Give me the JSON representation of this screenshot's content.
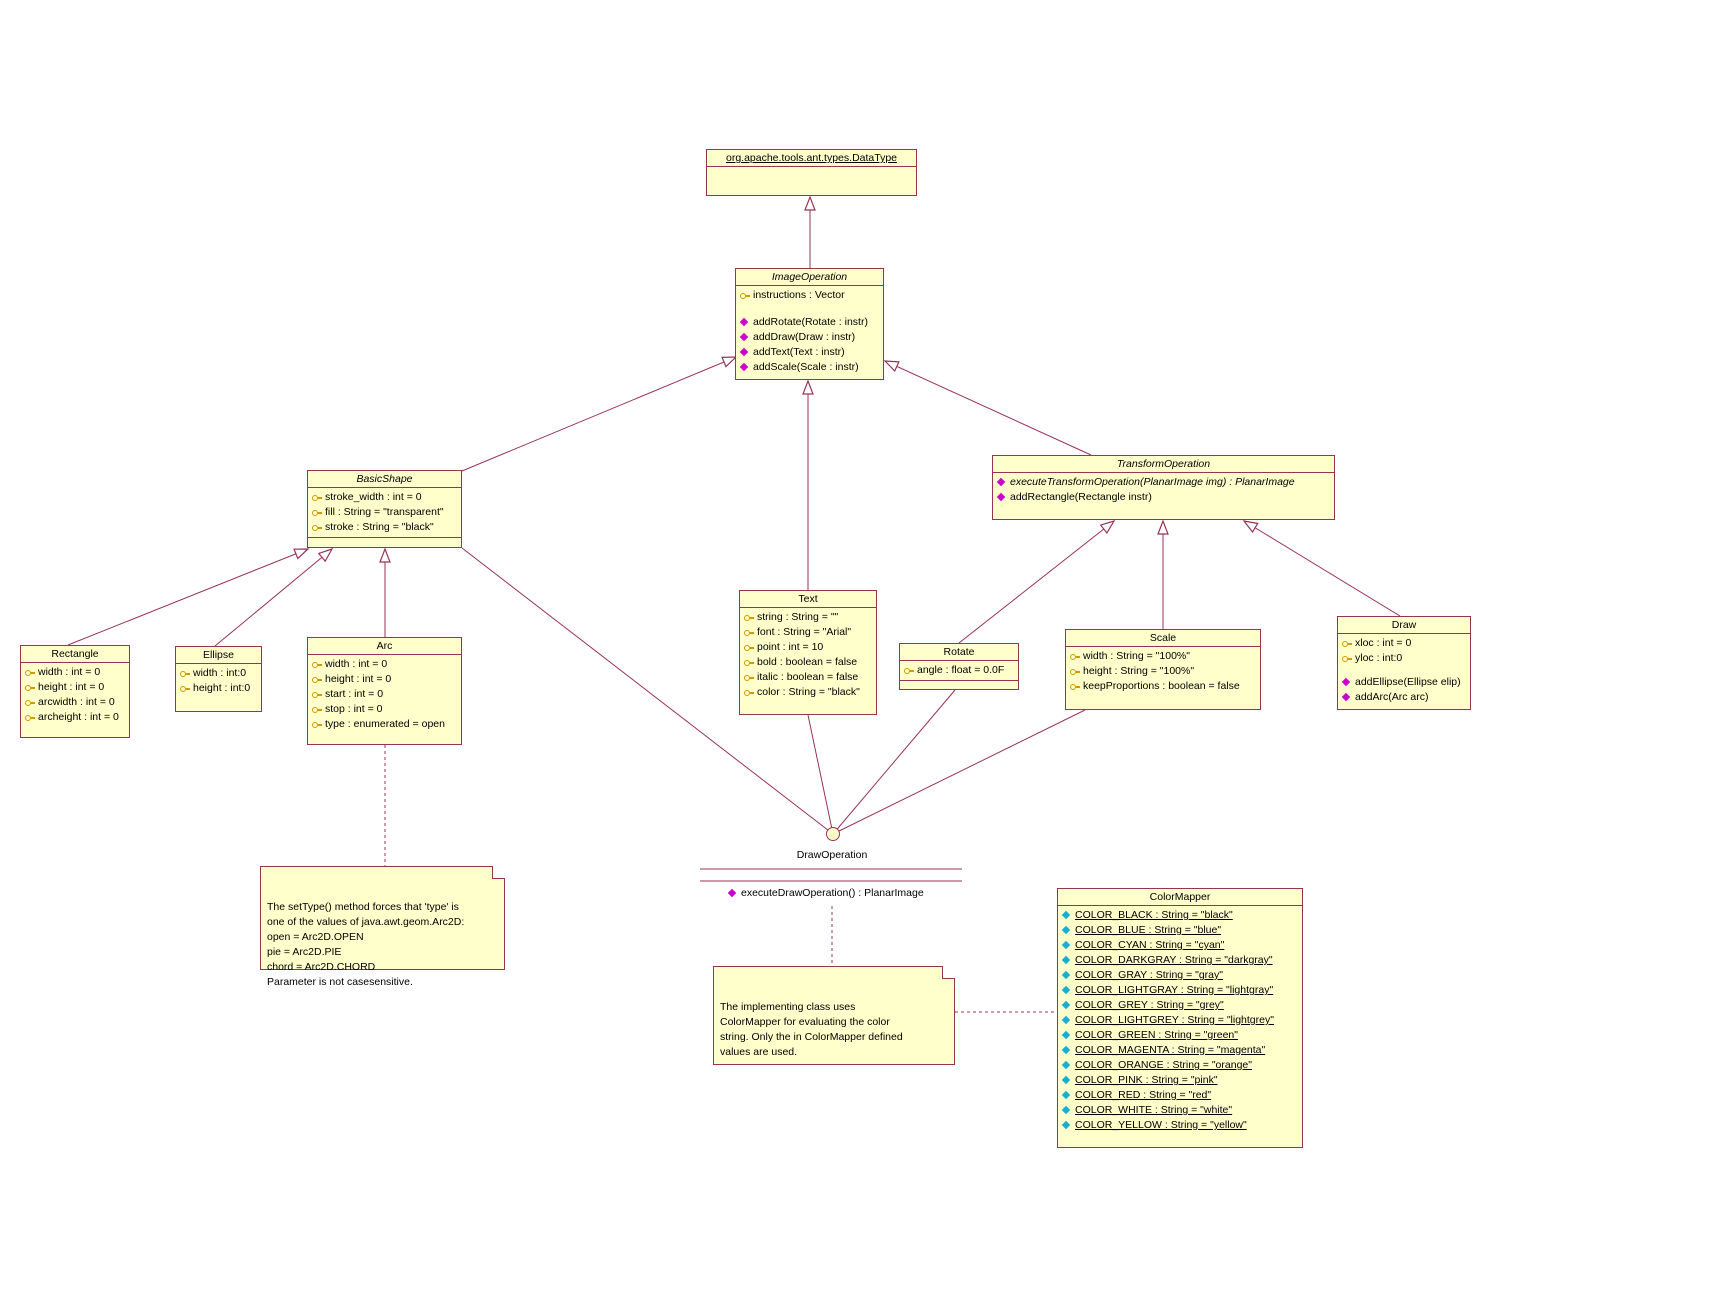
{
  "colors": {
    "box_fill": "#ffffcc",
    "line": "#993355",
    "method_icon": "#cc00cc",
    "attribute_icon": "#cf9a00",
    "static_icon": "#18aed0",
    "background": "#ffffff"
  },
  "classes": {
    "datatype": {
      "name": "org.apache.tools.ant.types.DataType"
    },
    "image_operation": {
      "name": "ImageOperation",
      "attrs": [
        "instructions : Vector"
      ],
      "methods": [
        "addRotate(Rotate : instr)",
        "addDraw(Draw : instr)",
        "addText(Text : instr)",
        "addScale(Scale : instr)"
      ]
    },
    "basic_shape": {
      "name": "BasicShape",
      "attrs": [
        "stroke_width : int = 0",
        "fill : String = \"transparent\"",
        "stroke : String = \"black\""
      ]
    },
    "transform_operation": {
      "name": "TransformOperation",
      "methods": [
        "executeTransformOperation(PlanarImage img) : PlanarImage",
        "addRectangle(Rectangle instr)"
      ]
    },
    "rectangle": {
      "name": "Rectangle",
      "attrs": [
        "width : int = 0",
        "height : int = 0",
        "arcwidth : int = 0",
        "archeight : int = 0"
      ]
    },
    "ellipse": {
      "name": "Ellipse",
      "attrs": [
        "width : int:0",
        "height : int:0"
      ]
    },
    "arc": {
      "name": "Arc",
      "attrs": [
        "width : int = 0",
        "height : int = 0",
        "start : int = 0",
        "stop : int = 0",
        "type : enumerated = open"
      ]
    },
    "text": {
      "name": "Text",
      "attrs": [
        "string : String = \"\"",
        "font : String = \"Arial\"",
        "point : int = 10",
        "bold : boolean = false",
        "italic : boolean = false",
        "color : String = \"black\""
      ]
    },
    "rotate": {
      "name": "Rotate",
      "attrs": [
        "angle : float = 0.0F"
      ]
    },
    "scale": {
      "name": "Scale",
      "attrs": [
        "width : String = \"100%\"",
        "height : String = \"100%\"",
        "keepProportions : boolean = false"
      ]
    },
    "draw": {
      "name": "Draw",
      "attrs": [
        "xloc : int = 0",
        "yloc : int:0"
      ],
      "methods": [
        "addEllipse(Ellipse elip)",
        "addArc(Arc arc)"
      ]
    },
    "color_mapper": {
      "name": "ColorMapper",
      "attrs": [
        "COLOR_BLACK : String = \"black\"",
        "COLOR_BLUE : String = \"blue\"",
        "COLOR_CYAN : String = \"cyan\"",
        "COLOR_DARKGRAY : String = \"darkgray\"",
        "COLOR_GRAY : String = \"gray\"",
        "COLOR_LIGHTGRAY : String = \"lightgray\"",
        "COLOR_GREY : String = \"grey\"",
        "COLOR_LIGHTGREY : String = \"lightgrey\"",
        "COLOR_GREEN : String = \"green\"",
        "COLOR_MAGENTA : String = \"magenta\"",
        "COLOR_ORANGE : String = \"orange\"",
        "COLOR_PINK : String = \"pink\"",
        "COLOR_RED : String = \"red\"",
        "COLOR_WHITE : String = \"white\"",
        "COLOR_YELLOW : String = \"yellow\""
      ]
    }
  },
  "interface": {
    "name": "DrawOperation",
    "method": "executeDrawOperation() : PlanarImage"
  },
  "notes": {
    "arc_note": "The setType() method forces that 'type' is\none of the values of java.awt.geom.Arc2D:\nopen = Arc2D.OPEN\npie = Arc2D.PIE\nchord = Arc2D.CHORD\nParameter is not casesensitive.",
    "color_note": "The implementing class uses\nColorMapper for evaluating the color\nstring. Only the in ColorMapper defined\nvalues are used."
  }
}
